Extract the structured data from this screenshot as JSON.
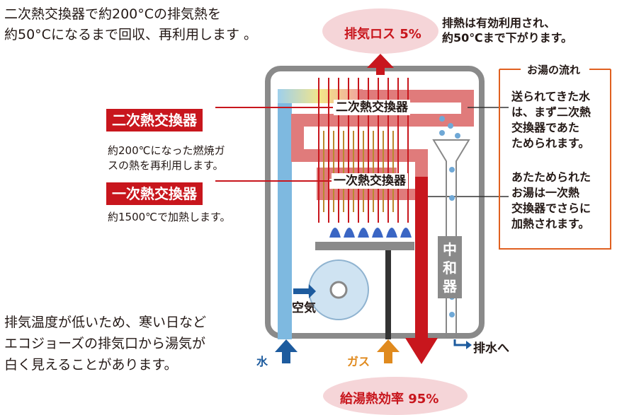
{
  "intro_text": "二次熱交換器で約200°Cの排気熱を\n約50°Cになるまで回収、再利用します 。",
  "exhaust_loss_label": "排気ロス 5%",
  "exhaust_note": "排熱は有効利用され、\n約50℃まで下がります。",
  "water_flow_title": "お湯の流れ",
  "water_flow_note_1": "送られてきた水\nは、まず二次熱\n交換器であた\nためられます。",
  "water_flow_note_2": "あたためられた\nお湯は一次熱\n交換器でさらに\n加熱されます。",
  "secondary_tag": "二次熱交換器",
  "secondary_desc": "約200℃になった燃焼ガ\nスの熱を再利用します。",
  "primary_tag": "一次熱交換器",
  "primary_desc": "約1500℃で加熱します。",
  "hx_secondary_label": "二次熱交換器",
  "hx_primary_label": "一次熱交換器",
  "neutralizer_label": "中\n和\n器",
  "air_label": "空気",
  "water_in_label": "水",
  "gas_in_label": "ガス",
  "drain_label": "排水へ",
  "efficiency_label": "給湯熱効率 95%",
  "warning_text": "排気温度が低いため、寒い日など\nエコジョーズの排気口から湯気が\n白く見えることがあります。",
  "colors": {
    "accent_red": "#c8161d",
    "water_blue": "#7eb9e0",
    "pipe_pink": "#e07b7b",
    "frame_gray": "#8a8a8a",
    "gas_orange": "#e08a1e",
    "cloud_pink": "#f5d5d8"
  }
}
